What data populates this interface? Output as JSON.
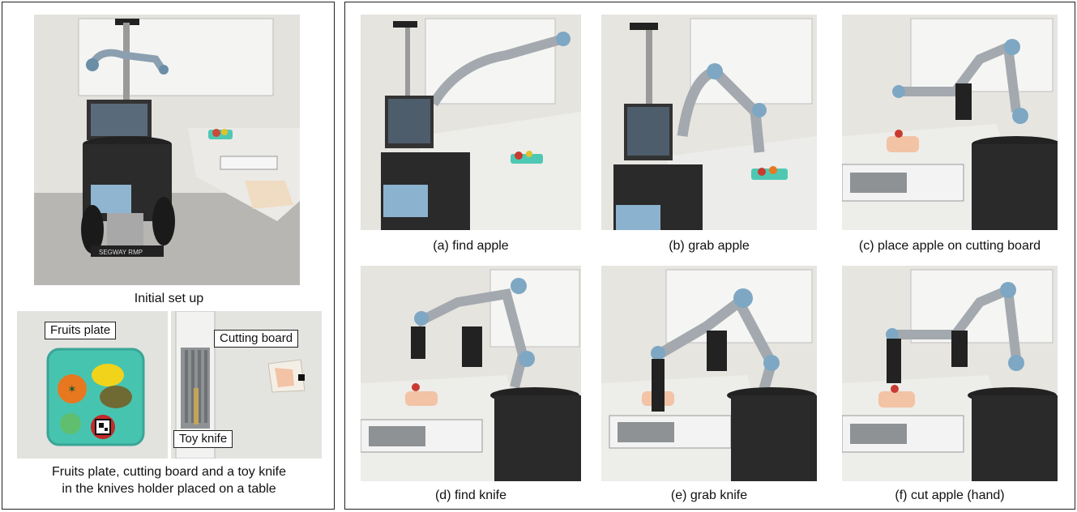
{
  "left": {
    "setup_caption": "Initial set up",
    "fruits_plate_label": "Fruits plate",
    "cutting_board_label": "Cutting board",
    "toy_knife_label": "Toy knife",
    "bottom_caption_line1": "Fruits plate, cutting board and a toy knife",
    "bottom_caption_line2": "in the knives holder placed on a table"
  },
  "steps": [
    {
      "caption": "(a) find apple"
    },
    {
      "caption": "(b) grab apple"
    },
    {
      "caption": "(c) place apple on cutting board"
    },
    {
      "caption": "(d) find knife"
    },
    {
      "caption": "(e) grab knife"
    },
    {
      "caption": "(f) cut apple (hand)"
    }
  ],
  "robot_base_text": "SEGWAY RMP"
}
